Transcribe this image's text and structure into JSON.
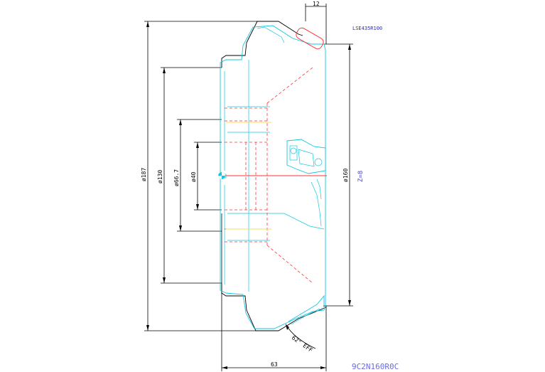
{
  "drawing": {
    "part_number": "9C2N160R0C",
    "insert_code": "LSE435R100",
    "teeth_count": "Z=8",
    "angle_label": "62° EFF"
  },
  "dimensions": {
    "width_top": "12",
    "dia_outer": "ø187",
    "dia_130": "ø130",
    "dia_66": "ø66.7",
    "dia_40": "ø40",
    "dia_cut": "ø160",
    "length": "63"
  },
  "colors": {
    "profile": "#11c7e0",
    "hidden": "#ff3030",
    "dimension": "#000000",
    "text_blue": "#4a4ae0",
    "centerline": "#f0e060"
  }
}
